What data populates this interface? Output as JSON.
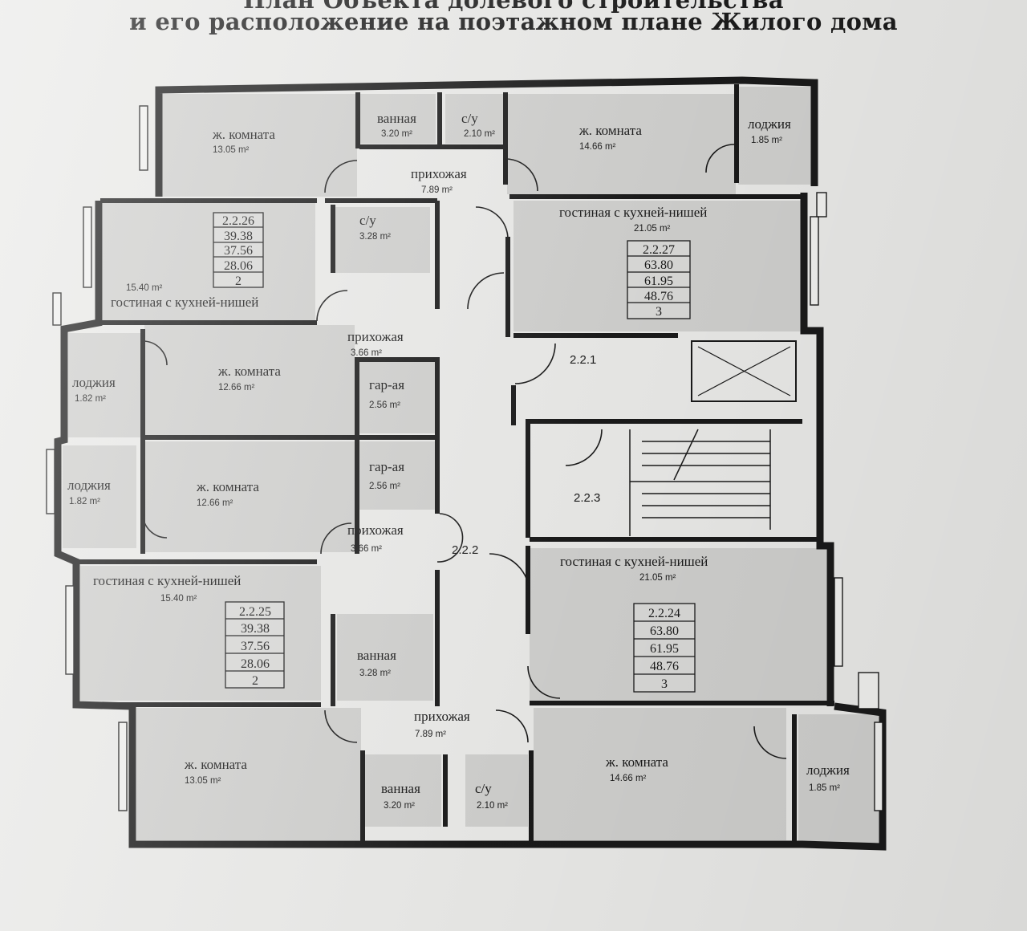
{
  "title": {
    "line1": "План Объекта долевого строительства",
    "line2": "и его расположение на поэтажном плане Жилого дома"
  },
  "rooms": [
    {
      "name": "ж. комната",
      "area": "13.05 m²"
    },
    {
      "name": "ванная",
      "area": "3.20 m²"
    },
    {
      "name": "с/у",
      "area": "2.10 m²"
    },
    {
      "name": "ж. комната",
      "area": "14.66 m²"
    },
    {
      "name": "лоджия",
      "area": "1.85 m²"
    },
    {
      "name": "прихожая",
      "area": "7.89 m²"
    },
    {
      "name": "с/у",
      "area": "3.28 m²"
    },
    {
      "name": "гостиная с кухней-нишей",
      "area": "21.05 m²"
    },
    {
      "name": "гостиная с кухней-нишей",
      "area": "15.40 m²"
    },
    {
      "name": "прихожая",
      "area": "3.66 m²"
    },
    {
      "name": "лоджия",
      "area": "1.82 m²"
    },
    {
      "name": "ж. комната",
      "area": "12.66 m²"
    },
    {
      "name": "гар-ая",
      "area": "2.56 m²"
    },
    {
      "name": "лоджия",
      "area": "1.82 m²"
    },
    {
      "name": "ж. комната",
      "area": "12.66 m²"
    },
    {
      "name": "гар-ая",
      "area": "2.56 m²"
    },
    {
      "name": "прихожая",
      "area": "3.66 m²"
    },
    {
      "name": "гостиная с кухней-нишей",
      "area": "15.40 m²"
    },
    {
      "name": "гостиная с кухней-нишей",
      "area": "21.05 m²"
    },
    {
      "name": "ванная",
      "area": "3.28 m²"
    },
    {
      "name": "прихожая",
      "area": "7.89 m²"
    },
    {
      "name": "ж. комната",
      "area": "13.05 m²"
    },
    {
      "name": "ванная",
      "area": "3.20 m²"
    },
    {
      "name": "с/у",
      "area": "2.10 m²"
    },
    {
      "name": "ж. комната",
      "area": "14.66 m²"
    },
    {
      "name": "лоджия",
      "area": "1.85 m²"
    }
  ],
  "common_areas": [
    "2.2.1",
    "2.2.2",
    "2.2.3"
  ],
  "apartments": [
    {
      "number": "2.2.26",
      "rows": [
        "39.38",
        "37.56",
        "28.06",
        "2"
      ]
    },
    {
      "number": "2.2.27",
      "rows": [
        "63.80",
        "61.95",
        "48.76",
        "3"
      ]
    },
    {
      "number": "2.2.25",
      "rows": [
        "39.38",
        "37.56",
        "28.06",
        "2"
      ]
    },
    {
      "number": "2.2.24",
      "rows": [
        "63.80",
        "61.95",
        "48.76",
        "3"
      ]
    }
  ]
}
